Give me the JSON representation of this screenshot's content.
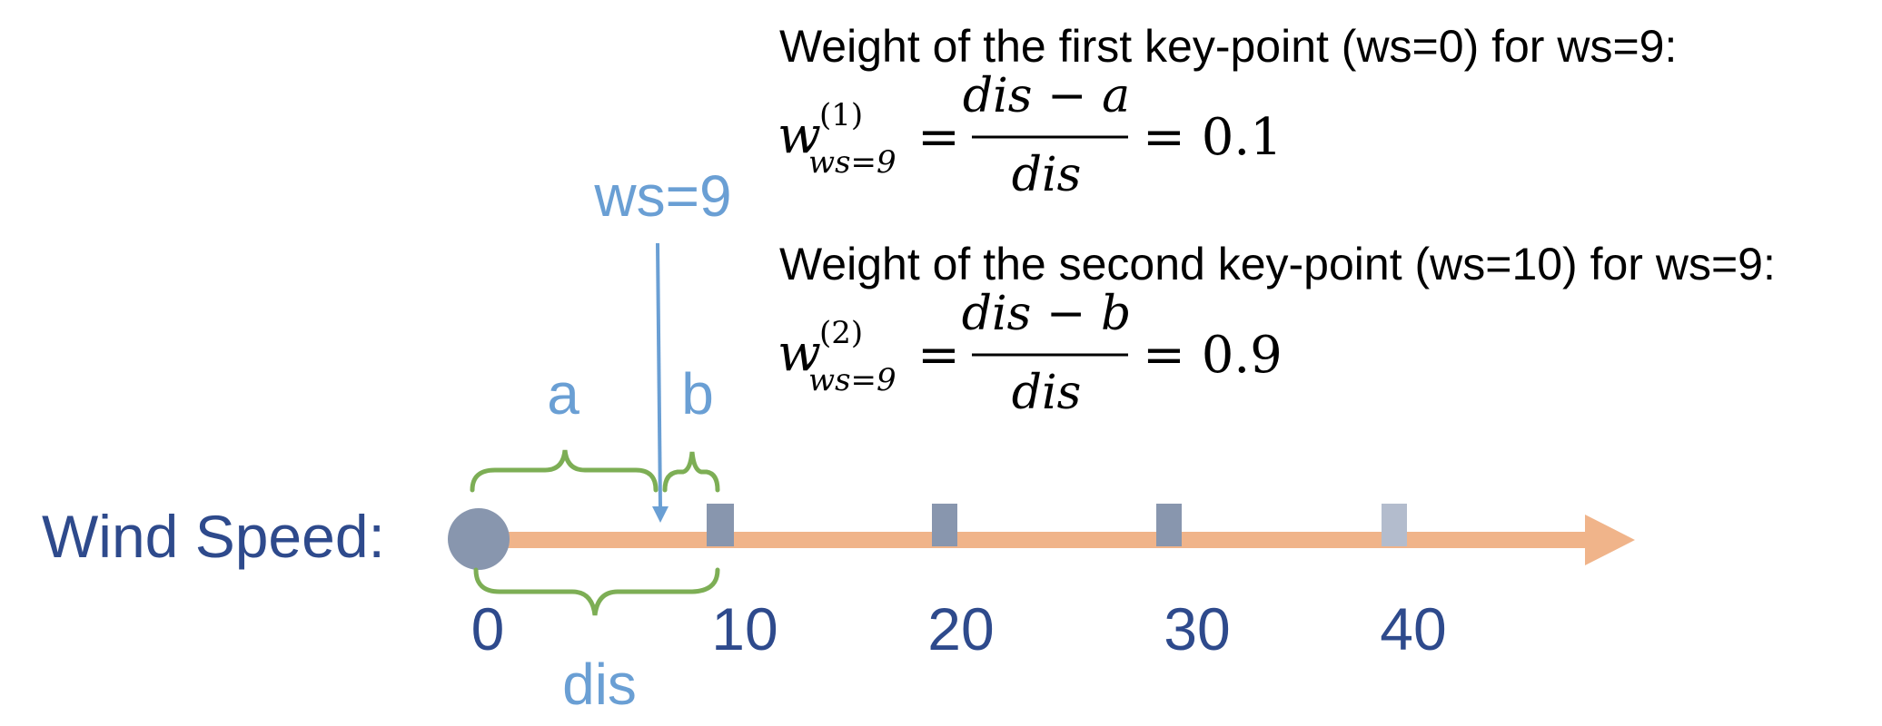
{
  "axis": {
    "label": "Wind Speed:",
    "ticks": [
      "0",
      "10",
      "20",
      "30",
      "40"
    ]
  },
  "marker": {
    "label": "ws=9"
  },
  "braces": {
    "a": "a",
    "b": "b",
    "dis": "dis"
  },
  "formula1": {
    "title": "Weight of the first key-point (ws=0) for ws=9:",
    "w": "w",
    "superscript": "(1)",
    "subscript": "ws=9",
    "eq": "=",
    "numerator": "dis − a",
    "denominator": "dis",
    "result": "= 0.1"
  },
  "formula2": {
    "title": "Weight of the second key-point (ws=10) for ws=9:",
    "w": "w",
    "superscript": "(2)",
    "subscript": "ws=9",
    "eq": "=",
    "numerator": "dis − b",
    "denominator": "dis",
    "result": "= 0.9"
  },
  "colors": {
    "axis_arrow": "#F0B48A",
    "origin_circle": "#8896AE",
    "keypoint_dark": "#8896AE",
    "keypoint_light": "#B3BCCD",
    "brace": "#7DAE55",
    "marker": "#6A9FD4",
    "dark_blue_text": "#2E4A8C",
    "light_blue_text": "#6A9FD4",
    "black_text": "#000000"
  }
}
